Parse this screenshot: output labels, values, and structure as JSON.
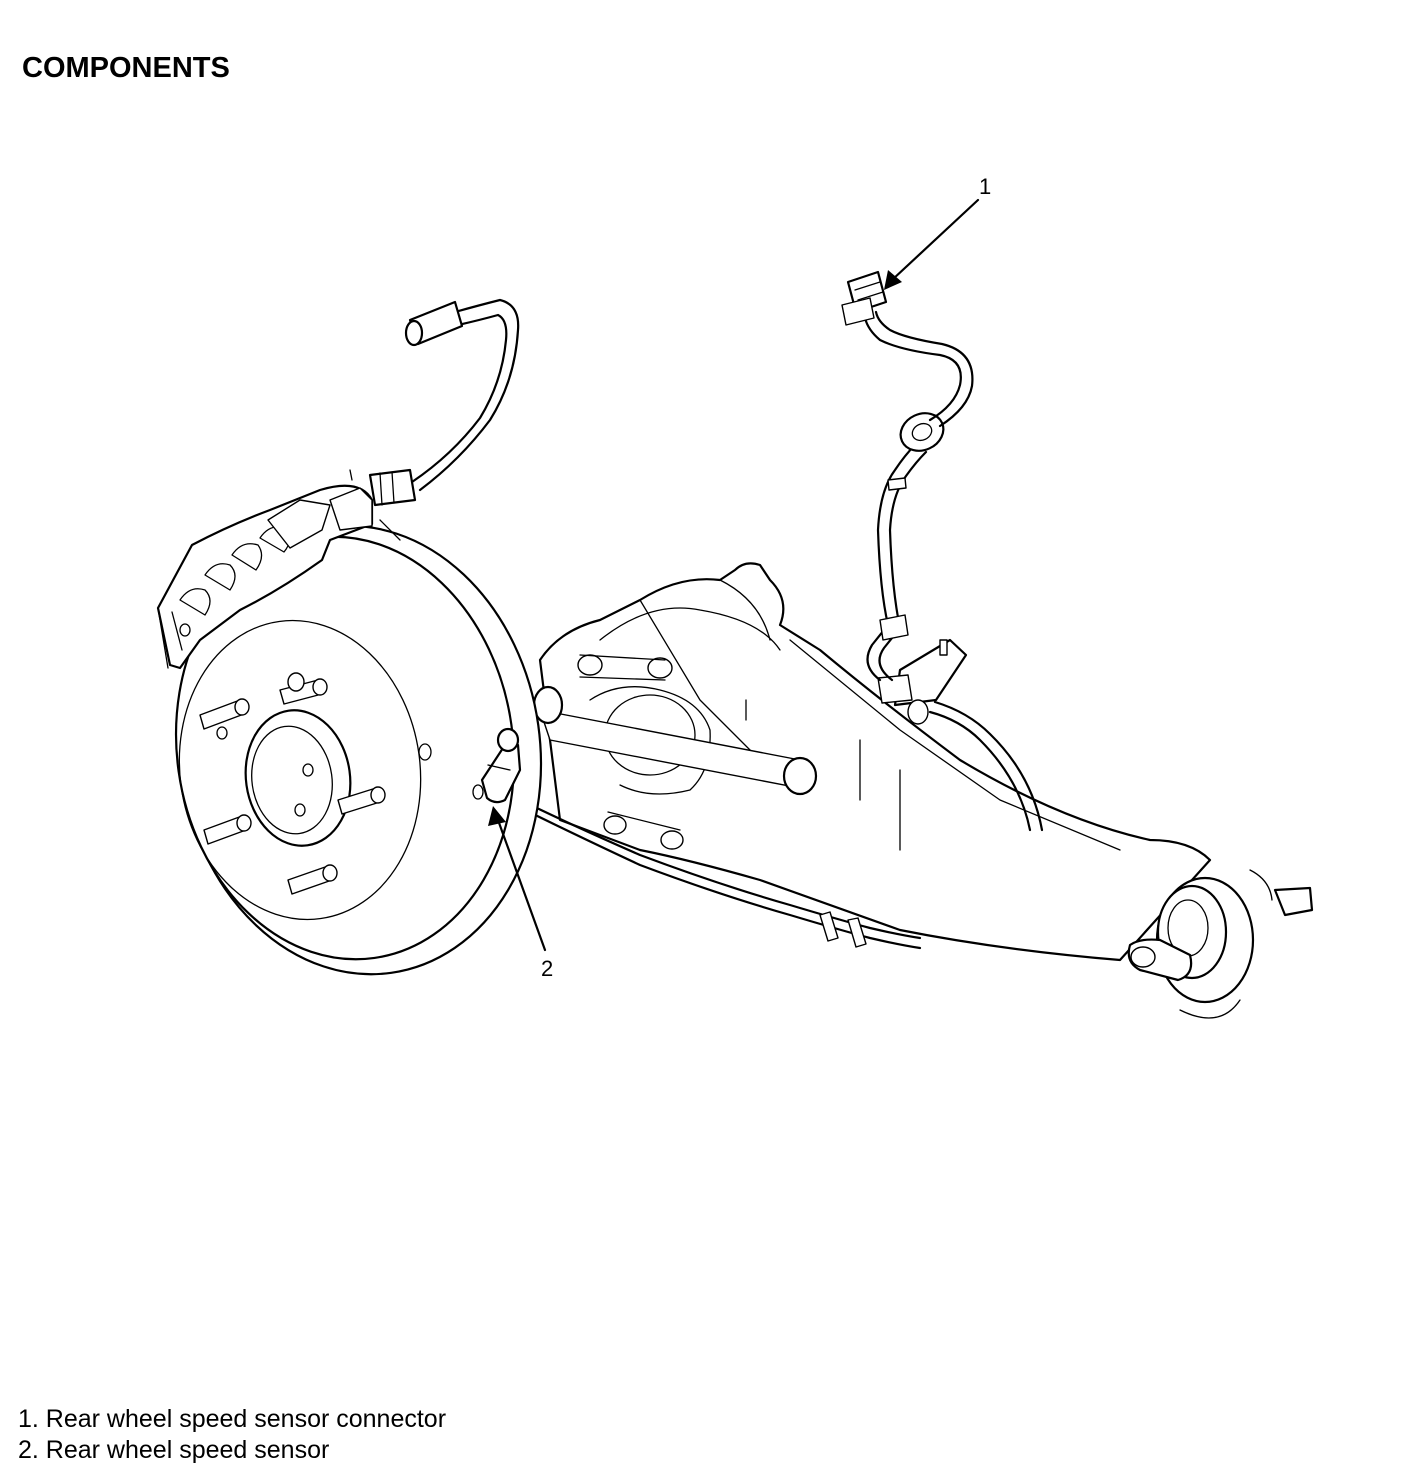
{
  "title": "COMPONENTS",
  "callouts": [
    {
      "number": "1",
      "label": "Rear wheel speed sensor connector"
    },
    {
      "number": "2",
      "label": "Rear wheel speed sensor"
    }
  ],
  "legend": [
    "1. Rear wheel speed sensor connector",
    "2. Rear wheel speed sensor"
  ]
}
